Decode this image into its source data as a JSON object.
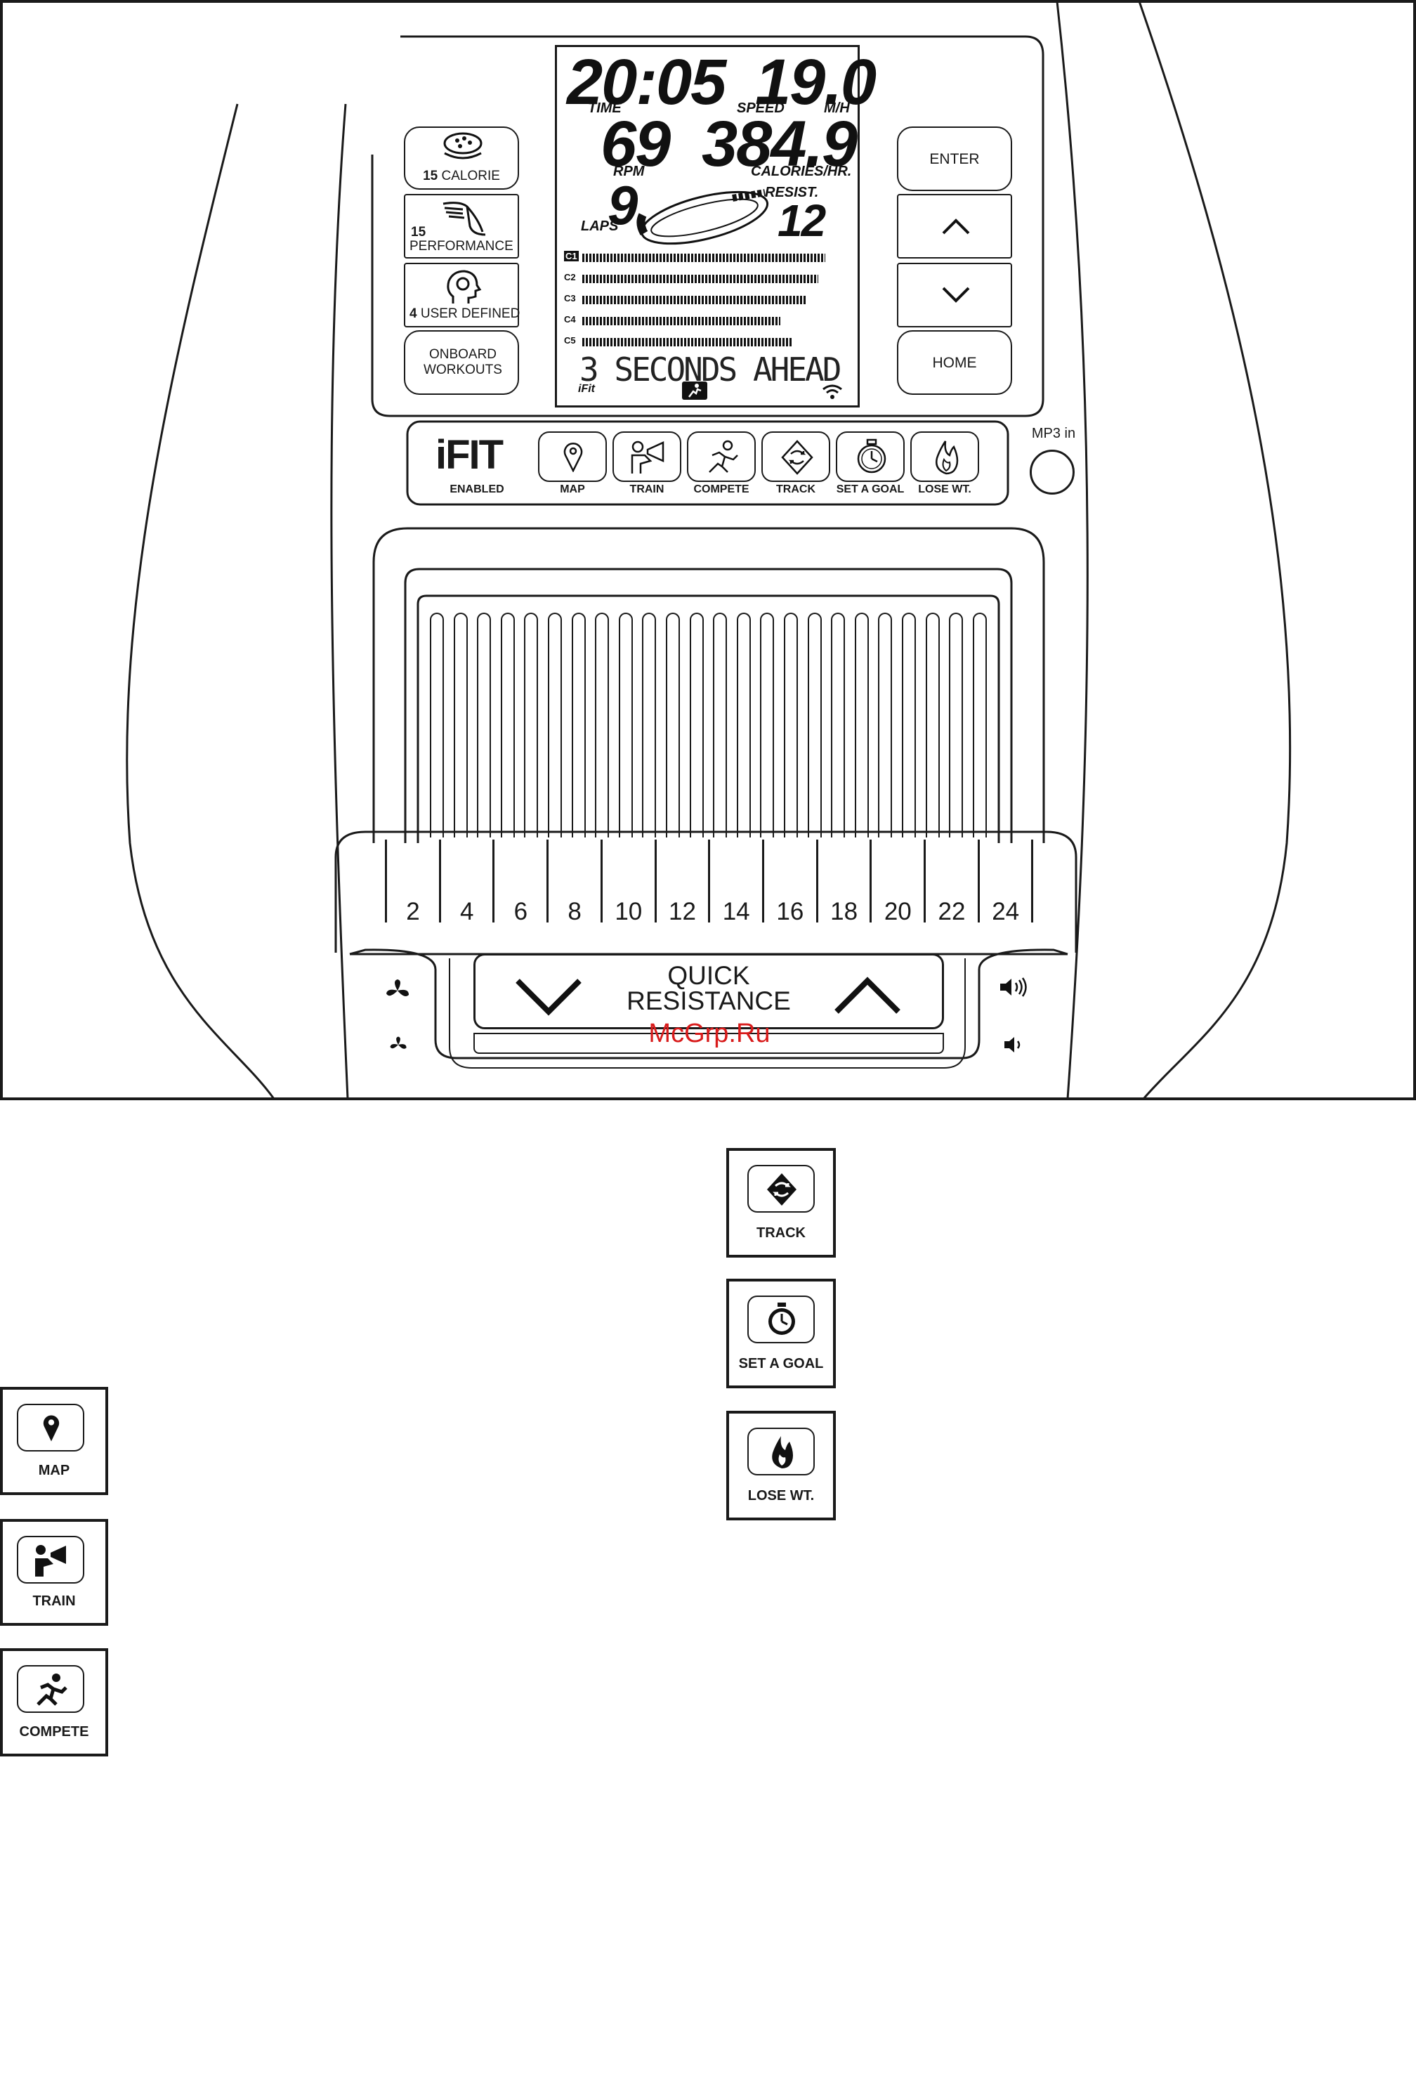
{
  "lcd": {
    "time_value": "20:05",
    "time_label": "TIME",
    "speed_value": "19.0",
    "speed_label": "SPEED",
    "speed_unit": "M/H",
    "rpm_value": "69",
    "rpm_label": "RPM",
    "calories_value": "384.9",
    "calories_label": "CALORIES/HR.",
    "laps_value": "9",
    "laps_label": "LAPS",
    "resist_label": "RESIST.",
    "resist_value": "12",
    "rows": [
      "C1",
      "C2",
      "C3",
      "C4",
      "C5"
    ],
    "message": "3 SECONDS AHEAD",
    "ifit_mini": "iFit"
  },
  "left_keys": [
    {
      "count": "15",
      "label": "CALORIE"
    },
    {
      "count": "15",
      "label": "PERFORMANCE"
    },
    {
      "count": "4",
      "label": "USER DEFINED"
    },
    {
      "count": "",
      "label": "ONBOARD WORKOUTS"
    }
  ],
  "right_keys": {
    "enter": "ENTER",
    "home": "HOME"
  },
  "ifit_bar": {
    "logo": "iFIT",
    "enabled": "ENABLED",
    "buttons": [
      "MAP",
      "TRAIN",
      "COMPETE",
      "TRACK",
      "SET A GOAL",
      "LOSE WT."
    ],
    "mp3": "MP3 in"
  },
  "resistance_scale": [
    "2",
    "4",
    "6",
    "8",
    "10",
    "12",
    "14",
    "16",
    "18",
    "20",
    "22",
    "24"
  ],
  "quick_resistance": {
    "line1": "QUICK",
    "line2": "RESISTANCE"
  },
  "watermark": "McGrp.Ru",
  "legend_icons": {
    "map": "MAP",
    "train": "TRAIN",
    "compete": "COMPETE",
    "track": "TRACK",
    "set_a_goal": "SET A GOAL",
    "lose_wt": "LOSE WT."
  },
  "icons": [
    "calorie-icon",
    "performance-icon",
    "user-defined-icon",
    "map-pin-icon",
    "train-icon",
    "compete-icon",
    "track-icon",
    "stopwatch-icon",
    "flame-icon",
    "fan-high-icon",
    "fan-low-icon",
    "volume-up-icon",
    "volume-down-icon",
    "chevron-up-icon",
    "chevron-down-icon"
  ]
}
